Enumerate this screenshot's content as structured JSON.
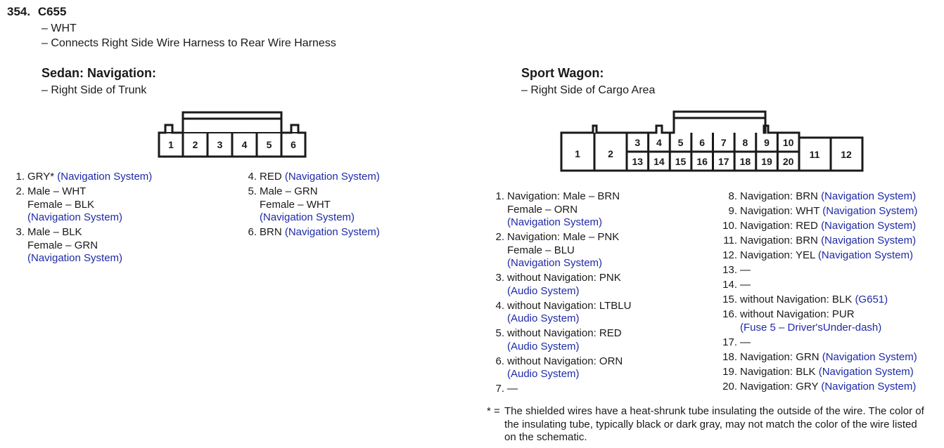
{
  "header": {
    "number": "354.",
    "code": "C655",
    "color_line": "– WHT",
    "connects_line": "– Connects Right Side Wire Harness to Rear Wire Harness"
  },
  "sedan": {
    "title": "Sedan: Navigation:",
    "location": "– Right Side of Trunk",
    "connector_pins": [
      "1",
      "2",
      "3",
      "4",
      "5",
      "6"
    ],
    "pins_left": [
      {
        "num": "1.",
        "lines": [
          [
            {
              "t": "GRY* "
            },
            {
              "t": "(Navigation System)",
              "link": true
            }
          ]
        ]
      },
      {
        "num": "2.",
        "lines": [
          [
            {
              "t": "Male – WHT"
            }
          ],
          [
            {
              "t": "Female – BLK"
            }
          ],
          [
            {
              "t": "(Navigation System)",
              "link": true
            }
          ]
        ]
      },
      {
        "num": "3.",
        "lines": [
          [
            {
              "t": "Male – BLK"
            }
          ],
          [
            {
              "t": "Female – GRN"
            }
          ],
          [
            {
              "t": "(Navigation System)",
              "link": true
            }
          ]
        ]
      }
    ],
    "pins_right": [
      {
        "num": "4.",
        "lines": [
          [
            {
              "t": "RED "
            },
            {
              "t": "(Navigation System)",
              "link": true
            }
          ]
        ]
      },
      {
        "num": "5.",
        "lines": [
          [
            {
              "t": "Male – GRN"
            }
          ],
          [
            {
              "t": "Female – WHT"
            }
          ],
          [
            {
              "t": "(Navigation System)",
              "link": true
            }
          ]
        ]
      },
      {
        "num": "6.",
        "lines": [
          [
            {
              "t": "BRN "
            },
            {
              "t": "(Navigation System)",
              "link": true
            }
          ]
        ]
      }
    ]
  },
  "wagon": {
    "title": "Sport Wagon:",
    "location": "– Right Side of Cargo Area",
    "connector": {
      "large_left": [
        "1",
        "2"
      ],
      "top_row": [
        "3",
        "4",
        "5",
        "6",
        "7",
        "8",
        "9",
        "10"
      ],
      "bottom_row": [
        "13",
        "14",
        "15",
        "16",
        "17",
        "18",
        "19",
        "20"
      ],
      "large_right": [
        "11",
        "12"
      ]
    },
    "pins_left": [
      {
        "num": "1.",
        "lines": [
          [
            {
              "t": "Navigation: Male – BRN"
            }
          ],
          [
            {
              "t": "Female – ORN"
            }
          ],
          [
            {
              "t": "(Navigation System)",
              "link": true
            }
          ]
        ]
      },
      {
        "num": "2.",
        "lines": [
          [
            {
              "t": "Navigation: Male – PNK"
            }
          ],
          [
            {
              "t": "Female – BLU"
            }
          ],
          [
            {
              "t": "(Navigation System)",
              "link": true
            }
          ]
        ]
      },
      {
        "num": "3.",
        "lines": [
          [
            {
              "t": "without Navigation: PNK"
            }
          ],
          [
            {
              "t": "(Audio System)",
              "link": true
            }
          ]
        ]
      },
      {
        "num": "4.",
        "lines": [
          [
            {
              "t": "without Navigation: LTBLU"
            }
          ],
          [
            {
              "t": "(Audio System)",
              "link": true
            }
          ]
        ]
      },
      {
        "num": "5.",
        "lines": [
          [
            {
              "t": "without Navigation: RED"
            }
          ],
          [
            {
              "t": "(Audio System)",
              "link": true
            }
          ]
        ]
      },
      {
        "num": "6.",
        "lines": [
          [
            {
              "t": "without Navigation: ORN"
            }
          ],
          [
            {
              "t": "(Audio System)",
              "link": true
            }
          ]
        ]
      },
      {
        "num": "7.",
        "lines": [
          [
            {
              "t": "—"
            }
          ]
        ]
      }
    ],
    "pins_right": [
      {
        "num": "8.",
        "lines": [
          [
            {
              "t": "Navigation: BRN "
            },
            {
              "t": "(Navigation System)",
              "link": true
            }
          ]
        ]
      },
      {
        "num": "9.",
        "lines": [
          [
            {
              "t": "Navigation: WHT "
            },
            {
              "t": "(Navigation System)",
              "link": true
            }
          ]
        ]
      },
      {
        "num": "10.",
        "lines": [
          [
            {
              "t": "Navigation: RED "
            },
            {
              "t": "(Navigation System)",
              "link": true
            }
          ]
        ]
      },
      {
        "num": "11.",
        "lines": [
          [
            {
              "t": "Navigation: BRN "
            },
            {
              "t": "(Navigation System)",
              "link": true
            }
          ]
        ]
      },
      {
        "num": "12.",
        "lines": [
          [
            {
              "t": "Navigation: YEL "
            },
            {
              "t": "(Navigation System)",
              "link": true
            }
          ]
        ]
      },
      {
        "num": "13.",
        "lines": [
          [
            {
              "t": "—"
            }
          ]
        ]
      },
      {
        "num": "14.",
        "lines": [
          [
            {
              "t": "—"
            }
          ]
        ]
      },
      {
        "num": "15.",
        "lines": [
          [
            {
              "t": "without Navigation: BLK "
            },
            {
              "t": "(G651)",
              "link": true
            }
          ]
        ]
      },
      {
        "num": "16.",
        "lines": [
          [
            {
              "t": "without Navigation: PUR"
            }
          ],
          [
            {
              "t": "(Fuse 5 – Driver'sUnder-dash)",
              "link": true
            }
          ]
        ]
      },
      {
        "num": "17.",
        "lines": [
          [
            {
              "t": "—"
            }
          ]
        ]
      },
      {
        "num": "18.",
        "lines": [
          [
            {
              "t": "Navigation: GRN "
            },
            {
              "t": "(Navigation System)",
              "link": true
            }
          ]
        ]
      },
      {
        "num": "19.",
        "lines": [
          [
            {
              "t": "Navigation: BLK "
            },
            {
              "t": "(Navigation System)",
              "link": true
            }
          ]
        ]
      },
      {
        "num": "20.",
        "lines": [
          [
            {
              "t": "Navigation: GRY "
            },
            {
              "t": "(Navigation System)",
              "link": true
            }
          ]
        ]
      }
    ]
  },
  "footnote": {
    "marker": "* =",
    "lines": [
      "The shielded wires have a heat-shrunk tube insulating the outside of the wire. The color of",
      "the insulating tube, typically black or dark gray, may not match the color of the wire listed",
      "on the schematic."
    ]
  },
  "colors": {
    "text": "#1a1a1a",
    "link": "#1f2aa6",
    "background": "#ffffff"
  }
}
